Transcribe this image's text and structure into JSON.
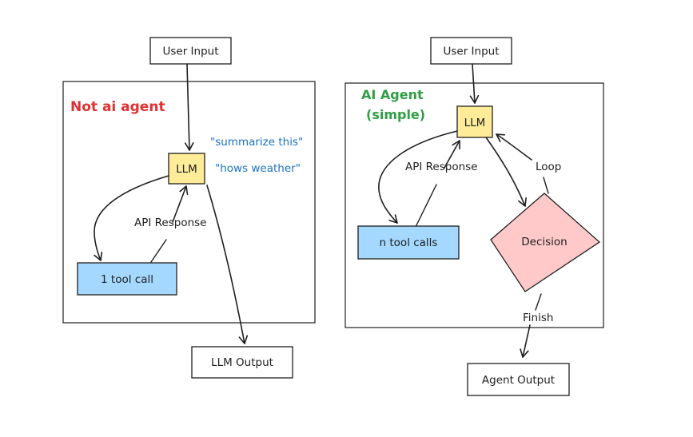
{
  "left_panel": {
    "title": "Not ai agent",
    "user_input": "User Input",
    "llm": "LLM",
    "tool_box": "1 tool call",
    "api_response": "API Response",
    "output": "LLM Output",
    "example_1": "\"summarize this\"",
    "example_2": "\"hows weather\""
  },
  "right_panel": {
    "title_line1": "AI Agent",
    "title_line2": "(simple)",
    "user_input": "User Input",
    "llm": "LLM",
    "tool_box": "n tool calls",
    "api_response": "API Response",
    "decision": "Decision",
    "loop": "Loop",
    "finish": "Finish",
    "output": "Agent Output"
  },
  "colors": {
    "title_red": "#e03131",
    "title_green": "#2f9e44",
    "note_blue": "#1971c2",
    "llm_fill": "#ffec99",
    "tool_fill": "#a5d8ff",
    "decision_fill": "#ffc9c9"
  }
}
